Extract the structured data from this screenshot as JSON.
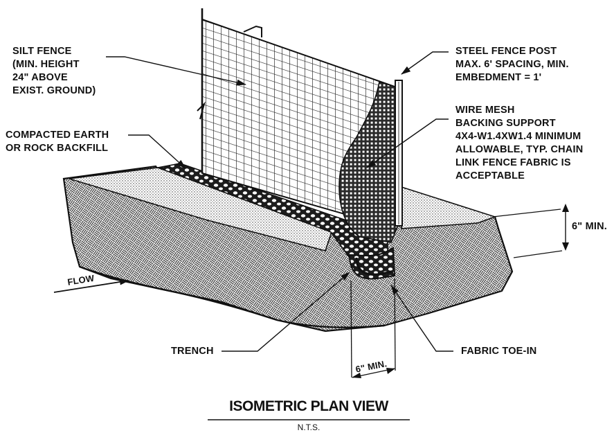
{
  "labels": {
    "silt_fence": [
      "SILT FENCE",
      "(MIN. HEIGHT",
      "24\" ABOVE",
      "EXIST. GROUND)"
    ],
    "compacted_earth": [
      "COMPACTED EARTH",
      "OR ROCK BACKFILL"
    ],
    "steel_post": [
      "STEEL FENCE POST",
      "MAX. 6' SPACING, MIN.",
      "EMBEDMENT = 1'"
    ],
    "wire_mesh": [
      "WIRE MESH",
      "BACKING SUPPORT",
      "4x4-W1.4xW1.4 MINIMUM",
      "ALLOWABLE, TYP. CHAIN",
      "LINK FENCE FABRIC IS",
      "ACCEPTABLE"
    ],
    "depth_dim": "6\" MIN.",
    "flow": "FLOW",
    "trench": "TRENCH",
    "fabric_toe": "FABRIC TOE-IN",
    "width_dim": "6\" MIN."
  },
  "title": "ISOMETRIC PLAN VIEW",
  "scale": "N.T.S."
}
